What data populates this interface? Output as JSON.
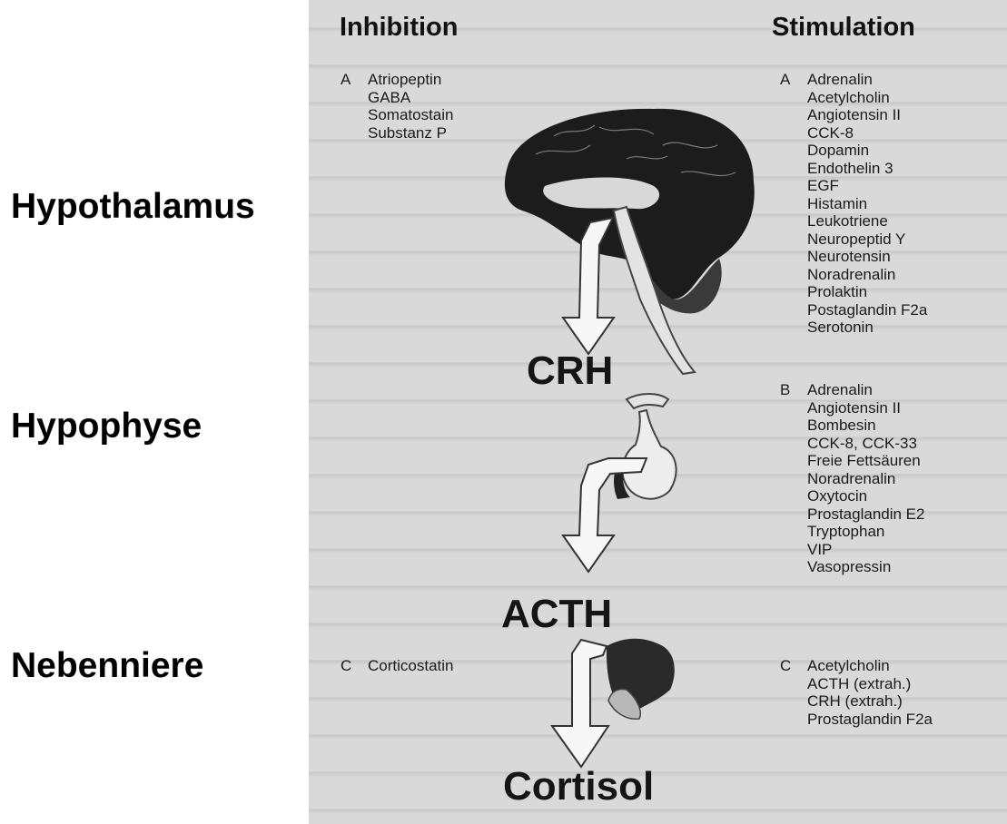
{
  "regions": [
    "Hypothalamus",
    "Hypophyse",
    "Nebenniere"
  ],
  "columns": {
    "inhibition": "Inhibition",
    "stimulation": "Stimulation"
  },
  "inhibition": [
    {
      "letter": "A",
      "items": [
        "Atriopeptin",
        "GABA",
        "Somatostain",
        "Substanz P"
      ]
    },
    {
      "letter": "C",
      "items": [
        "Corticostatin"
      ]
    }
  ],
  "stimulation": [
    {
      "letter": "A",
      "items": [
        "Adrenalin",
        "Acetylcholin",
        "Angiotensin II",
        "CCK-8",
        "Dopamin",
        "Endothelin 3",
        "EGF",
        "Histamin",
        "Leukotriene",
        "Neuropeptid Y",
        "Neurotensin",
        "Noradrenalin",
        "Prolaktin",
        "Postaglandin F2a",
        "Serotonin"
      ]
    },
    {
      "letter": "B",
      "items": [
        "Adrenalin",
        "Angiotensin II",
        "Bombesin",
        "CCK-8, CCK-33",
        "Freie Fettsäuren",
        "Noradrenalin",
        "Oxytocin",
        "Prostaglandin E2",
        "Tryptophan",
        "VIP",
        "Vasopressin"
      ]
    },
    {
      "letter": "C",
      "items": [
        "Acetylcholin",
        "ACTH (extrah.)",
        "CRH (extrah.)",
        "Prostaglandin F2a"
      ]
    }
  ],
  "hormones": [
    "CRH",
    "ACTH",
    "Cortisol"
  ]
}
